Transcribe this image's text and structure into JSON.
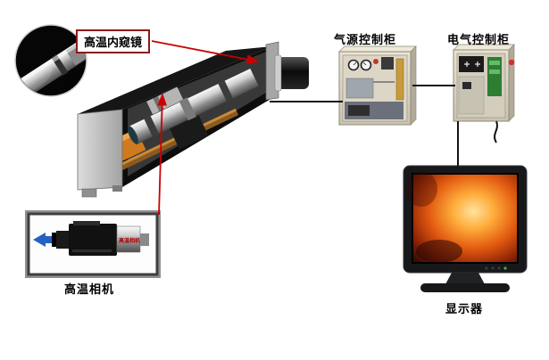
{
  "labels": {
    "endoscope": "高温内窥镜",
    "camera": "高温相机",
    "camera_body": "高温相机",
    "air_cabinet": "气源控制柜",
    "electric_cabinet": "电气控制柜",
    "monitor": "显示器"
  },
  "colors": {
    "connector_red": "#cc0000",
    "connector_black": "#141414",
    "label_border": "#8b1a1a",
    "arrow_blue": "#2560c4",
    "rail_orange": "#cf7a1e",
    "screen_glow_center": "#ffd27a",
    "screen_glow_edge": "#3c0d04"
  }
}
